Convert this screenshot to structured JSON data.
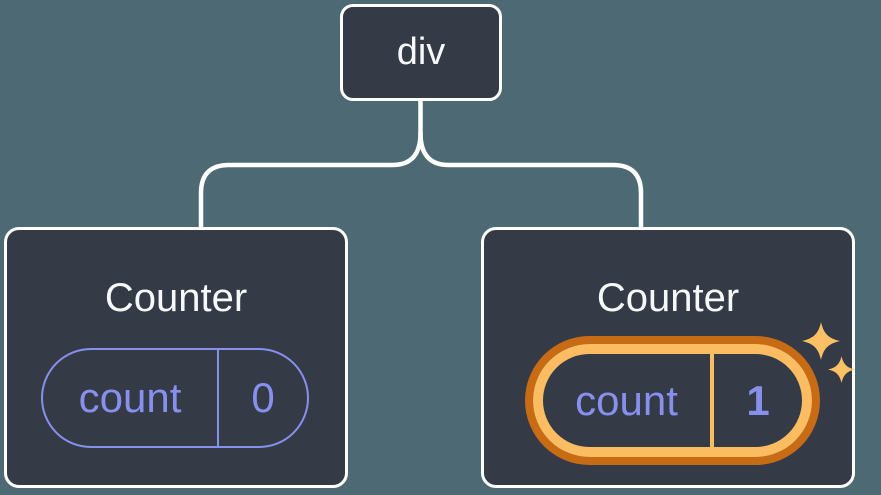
{
  "tree": {
    "root": {
      "label": "div"
    },
    "children": [
      {
        "title": "Counter",
        "state": {
          "key": "count",
          "value": "0"
        },
        "highlighted": false
      },
      {
        "title": "Counter",
        "state": {
          "key": "count",
          "value": "1"
        },
        "highlighted": true
      }
    ]
  },
  "colors": {
    "background": "#4D6A74",
    "node_fill": "#343A46",
    "node_border": "#FFFFFF",
    "edge": "#FFFFFF",
    "title_text": "#F7F8FA",
    "state_accent": "#8890EE",
    "highlight_inner": "#FBBC62",
    "highlight_outer": "#C76B15",
    "sparkle": "#FBC164"
  }
}
